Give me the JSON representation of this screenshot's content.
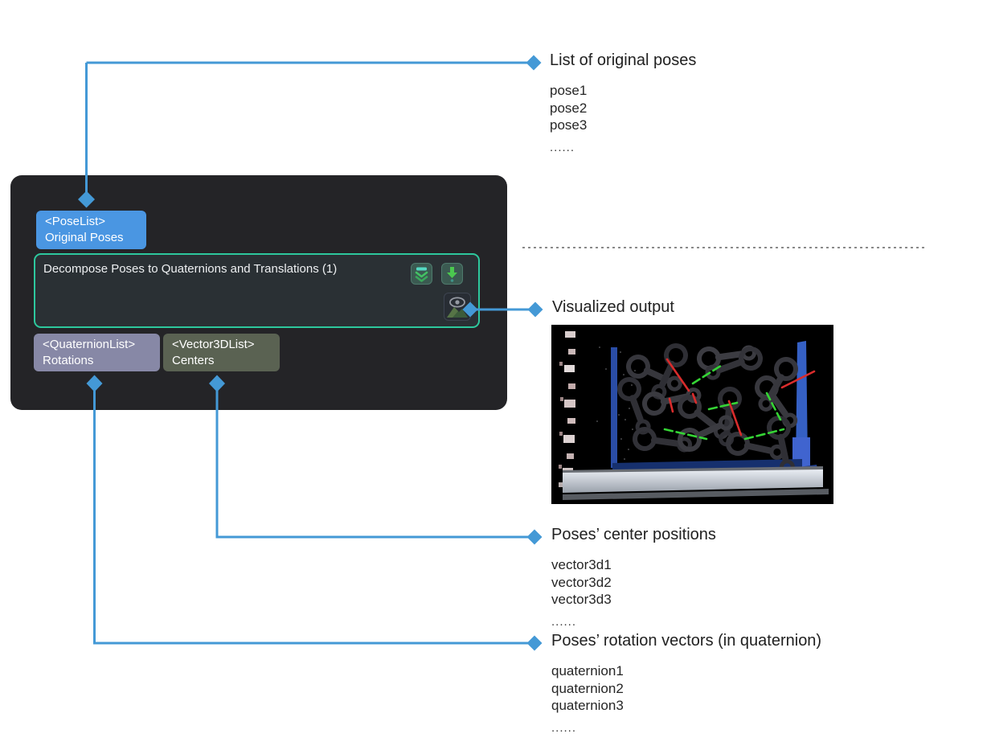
{
  "figure": {
    "node": {
      "title": "Decompose Poses to Quaternions and Translations (1)",
      "input_port": {
        "type": "<PoseList>",
        "label": "Original Poses"
      },
      "output_ports": [
        {
          "type": "<QuaternionList>",
          "label": "Rotations"
        },
        {
          "type": "<Vector3DList>",
          "label": "Centers"
        }
      ],
      "toolbar_icons": [
        "collapse-chevrons-icon",
        "down-arrow-icon",
        "visualization-eye-icon"
      ]
    },
    "callouts": {
      "original_poses": {
        "title": "List of original poses",
        "items": [
          "pose1",
          "pose2",
          "pose3"
        ],
        "ellipsis": "......"
      },
      "visualized_output": {
        "title": "Visualized output"
      },
      "centers": {
        "title": "Poses’ center positions",
        "items": [
          "vector3d1",
          "vector3d2",
          "vector3d3"
        ],
        "ellipsis": "......"
      },
      "rotations": {
        "title": "Poses’ rotation vectors (in quaternion)",
        "items": [
          "quaternion1",
          "quaternion2",
          "quaternion3"
        ],
        "ellipsis": "......"
      }
    },
    "colors": {
      "connector": "#4499d6",
      "input_port": "#4a96e2",
      "rotations_port": "#8788a6",
      "centers_port": "#5a6252",
      "node_highlight_border": "#2dc89d",
      "node_background": "#242427"
    }
  }
}
